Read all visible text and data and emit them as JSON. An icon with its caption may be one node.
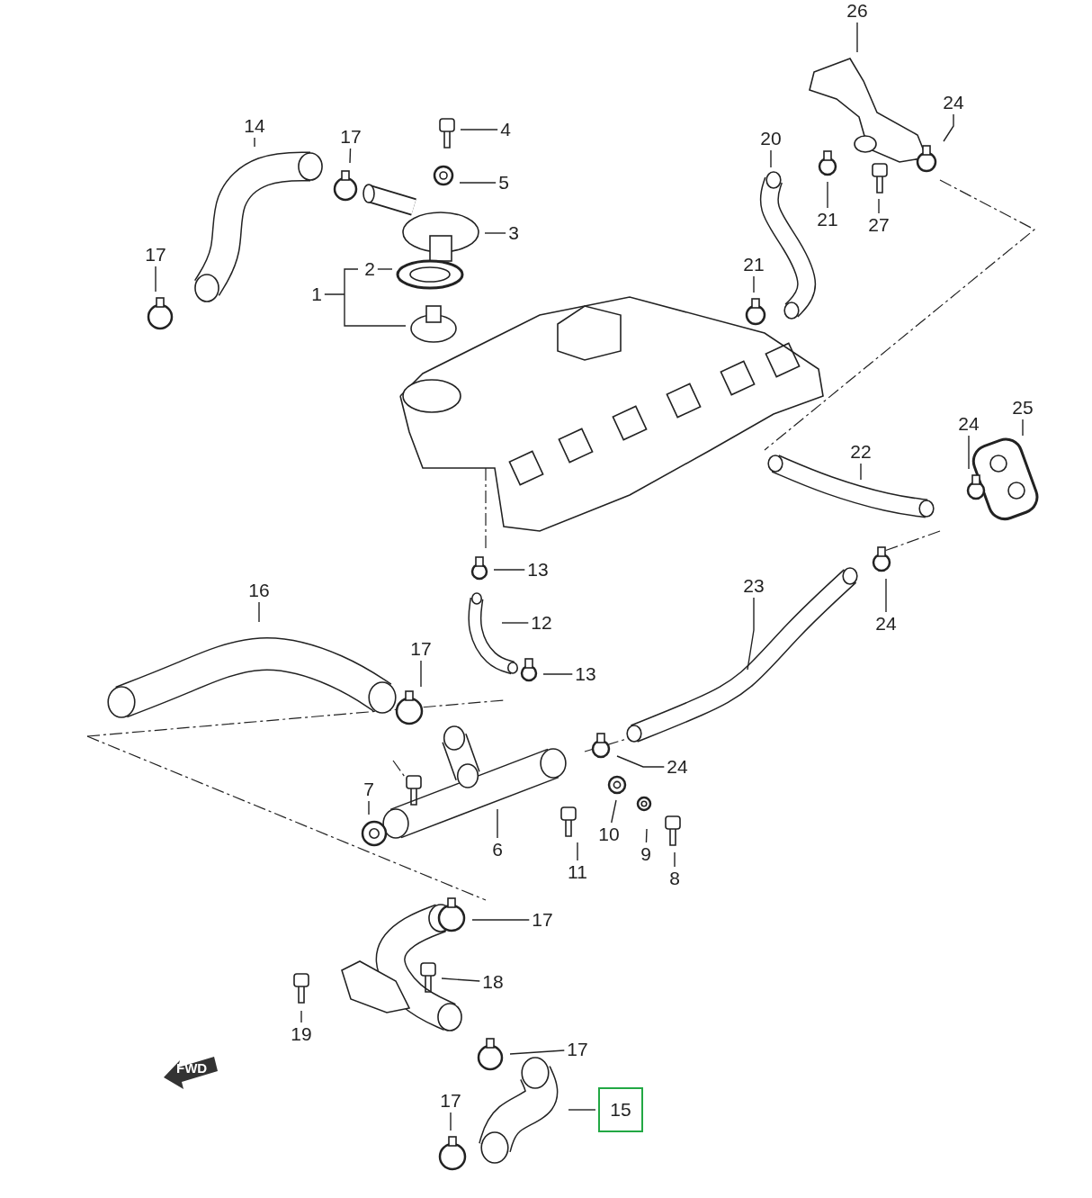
{
  "diagram": {
    "nodes": [
      {
        "text": [
          "26"
        ]
      },
      {
        "text": [
          "24"
        ]
      },
      {
        "text": [
          "14"
        ]
      },
      {
        "text": [
          "4"
        ]
      },
      {
        "text": [
          "17"
        ]
      },
      {
        "text": [
          "20"
        ]
      },
      {
        "text": [
          "5"
        ]
      },
      {
        "text": [
          "21"
        ]
      },
      {
        "text": [
          "27"
        ]
      },
      {
        "text": [
          "3"
        ]
      },
      {
        "text": [
          "17"
        ]
      },
      {
        "text": [
          "21"
        ]
      },
      {
        "text": [
          "2"
        ]
      },
      {
        "text": [
          "1"
        ]
      },
      {
        "text": [
          "25"
        ]
      },
      {
        "text": [
          "24"
        ]
      },
      {
        "text": [
          "22"
        ]
      },
      {
        "text": [
          "13"
        ]
      },
      {
        "text": [
          "23"
        ]
      },
      {
        "text": [
          "16"
        ]
      },
      {
        "text": [
          "12"
        ]
      },
      {
        "text": [
          "24"
        ]
      },
      {
        "text": [
          "17"
        ]
      },
      {
        "text": [
          "13"
        ]
      },
      {
        "text": [
          "24"
        ]
      },
      {
        "text": [
          "7"
        ]
      },
      {
        "text": [
          "10"
        ]
      },
      {
        "text": [
          "6"
        ]
      },
      {
        "text": [
          "9"
        ]
      },
      {
        "text": [
          "11"
        ]
      },
      {
        "text": [
          "8"
        ]
      },
      {
        "text": [
          "17"
        ]
      },
      {
        "text": [
          "18"
        ]
      },
      {
        "text": [
          "19"
        ]
      },
      {
        "text": [
          "17"
        ]
      },
      {
        "text": [
          "17"
        ]
      },
      {
        "text": [
          "15"
        ]
      }
    ],
    "edges": [
      {
        "from": 0,
        "to": null,
        "arrow": "none"
      },
      {
        "from": 1,
        "to": null,
        "arrow": "none"
      },
      {
        "from": 2,
        "to": null,
        "arrow": "none"
      },
      {
        "from": 3,
        "to": null,
        "arrow": "none"
      },
      {
        "from": 4,
        "to": null,
        "arrow": "none"
      },
      {
        "from": 5,
        "to": null,
        "arrow": "none"
      },
      {
        "from": 6,
        "to": null,
        "arrow": "none"
      },
      {
        "from": 7,
        "to": null,
        "arrow": "none"
      },
      {
        "from": 8,
        "to": null,
        "arrow": "none"
      },
      {
        "from": 9,
        "to": null,
        "arrow": "none"
      },
      {
        "from": 10,
        "to": null,
        "arrow": "none"
      },
      {
        "from": 11,
        "to": null,
        "arrow": "none"
      },
      {
        "from": 12,
        "to": null,
        "arrow": "none"
      },
      {
        "from": 13,
        "to": null,
        "arrow": "none"
      },
      {
        "from": 14,
        "to": null,
        "arrow": "none"
      },
      {
        "from": 15,
        "to": null,
        "arrow": "none"
      },
      {
        "from": 16,
        "to": null,
        "arrow": "none"
      },
      {
        "from": 17,
        "to": null,
        "arrow": "none"
      },
      {
        "from": 18,
        "to": null,
        "arrow": "none"
      },
      {
        "from": 19,
        "to": null,
        "arrow": "none"
      },
      {
        "from": 20,
        "to": null,
        "arrow": "none"
      },
      {
        "from": 21,
        "to": null,
        "arrow": "none"
      },
      {
        "from": 22,
        "to": null,
        "arrow": "none"
      },
      {
        "from": 23,
        "to": null,
        "arrow": "none"
      },
      {
        "from": 24,
        "to": null,
        "arrow": "none"
      },
      {
        "from": 25,
        "to": null,
        "arrow": "none"
      },
      {
        "from": 26,
        "to": null,
        "arrow": "none"
      },
      {
        "from": 27,
        "to": null,
        "arrow": "none"
      },
      {
        "from": 28,
        "to": null,
        "arrow": "none"
      },
      {
        "from": 29,
        "to": null,
        "arrow": "none"
      },
      {
        "from": 30,
        "to": null,
        "arrow": "none"
      },
      {
        "from": 31,
        "to": null,
        "arrow": "none"
      },
      {
        "from": 32,
        "to": null,
        "arrow": "none"
      },
      {
        "from": 33,
        "to": null,
        "arrow": "none"
      },
      {
        "from": 34,
        "to": null,
        "arrow": "none"
      },
      {
        "from": 35,
        "to": null,
        "arrow": "none"
      },
      {
        "from": 36,
        "to": null,
        "arrow": "none"
      }
    ],
    "labels": [
      "FWD"
    ]
  }
}
